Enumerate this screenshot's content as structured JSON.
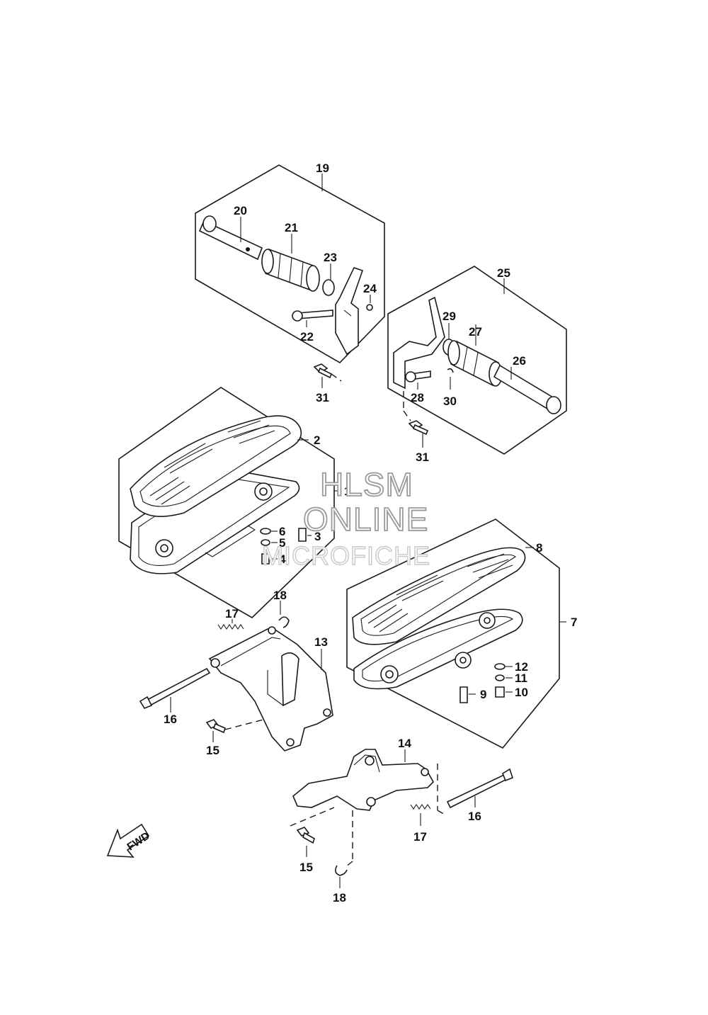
{
  "watermark": {
    "line1": "HLSM",
    "line2": "ONLINE",
    "line3": "MICROFICHE"
  },
  "direction_label": "FWD",
  "callouts": {
    "c1": "1",
    "c2": "2",
    "c3": "3",
    "c4": "4",
    "c5": "5",
    "c6": "6",
    "c7": "7",
    "c8": "8",
    "c9": "9",
    "c10": "10",
    "c11": "11",
    "c12": "12",
    "c13": "13",
    "c14": "14",
    "c15a": "15",
    "c15b": "15",
    "c16a": "16",
    "c16b": "16",
    "c17a": "17",
    "c17b": "17",
    "c18a": "18",
    "c18b": "18",
    "c19": "19",
    "c20": "20",
    "c21": "21",
    "c22": "22",
    "c23": "23",
    "c24": "24",
    "c25": "25",
    "c26": "26",
    "c27": "27",
    "c28": "28",
    "c29": "29",
    "c30": "30",
    "c31a": "31",
    "c31b": "31"
  }
}
